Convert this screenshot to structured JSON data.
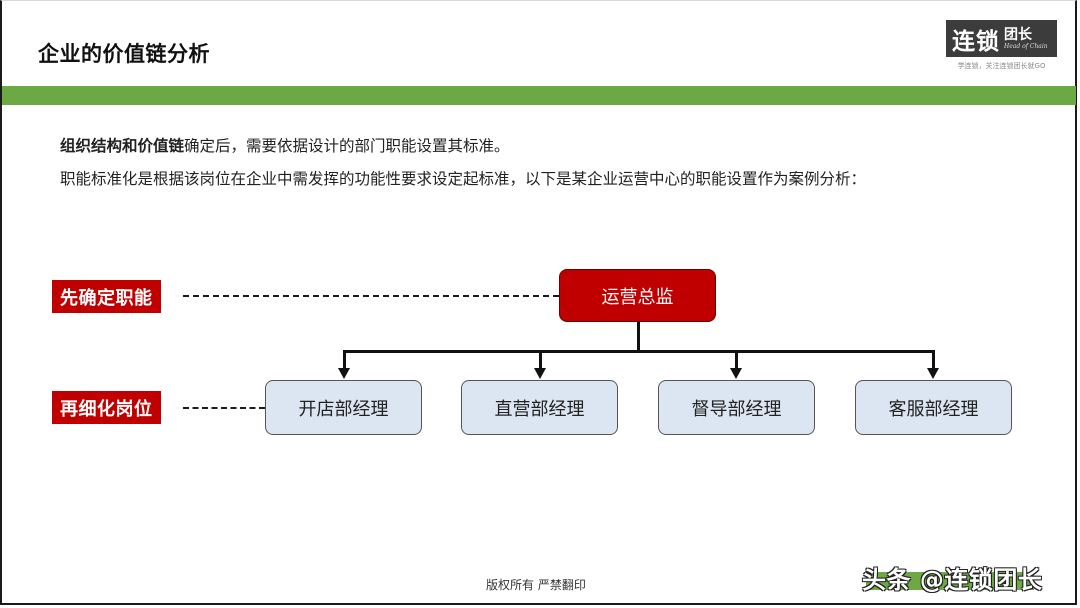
{
  "header": {
    "title": "企业的价值链分析",
    "logo": {
      "main": "连锁",
      "side_cn": "团长",
      "side_en": "Head of Chain",
      "tagline": "学连锁，关注连锁团长就GO"
    }
  },
  "colors": {
    "accent_green": "#6ca844",
    "accent_red": "#c00000",
    "box_fill": "#dce6f2"
  },
  "intro": {
    "line1_bold": "组织结构和价值链",
    "line1_rest": "确定后，需要依据设计的部门职能设置其标准。",
    "line2": "职能标准化是根据该岗位在企业中需发挥的功能性要求设定起标准，以下是某企业运营中心的职能设置作为案例分析："
  },
  "diagram": {
    "tags": [
      {
        "label": "先确定职能"
      },
      {
        "label": "再细化岗位"
      }
    ],
    "top_node": {
      "label": "运营总监"
    },
    "sub_nodes": [
      {
        "label": "开店部经理"
      },
      {
        "label": "直营部经理"
      },
      {
        "label": "督导部经理"
      },
      {
        "label": "客服部经理"
      }
    ]
  },
  "footer": {
    "copyright": "版权所有  严禁翻印",
    "watermark": "头条 @连锁团长"
  }
}
